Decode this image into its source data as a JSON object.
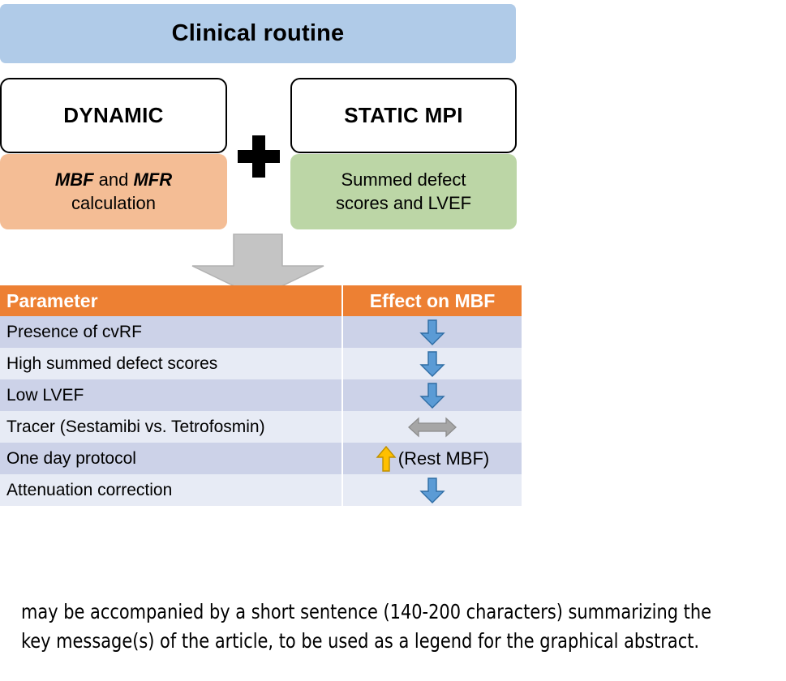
{
  "banner": {
    "title": "Clinical routine",
    "color": "#b0cbe8"
  },
  "columns": {
    "left": {
      "head_label": "DYNAMIC",
      "body_line1_pre": "",
      "body_em1": "MBF",
      "body_mid": " and ",
      "body_em2": "MFR",
      "body_line2": "calculation",
      "body_color": "#f4bd95"
    },
    "right": {
      "head_label": "STATIC MPI",
      "body_line1": "Summed defect",
      "body_line2": "scores and LVEF",
      "body_color": "#bcd6a6"
    },
    "operator": "+"
  },
  "flow_arrow": {
    "icon": "down-arrow-icon",
    "color": "#c0c0c0"
  },
  "table": {
    "header_color": "#ed8033",
    "row_color_odd": "#ccd2e8",
    "row_color_even": "#e7ebf5",
    "headers": [
      "Parameter",
      "Effect on MBF"
    ],
    "rows": [
      {
        "parameter": "Presence of cvRF",
        "effect_icon": "down-arrow-blue-icon",
        "effect_note": ""
      },
      {
        "parameter": "High summed defect scores",
        "effect_icon": "down-arrow-blue-icon",
        "effect_note": ""
      },
      {
        "parameter": "Low LVEF",
        "effect_icon": "down-arrow-blue-icon",
        "effect_note": ""
      },
      {
        "parameter": "Tracer (Sestamibi vs. Tetrofosmin)",
        "effect_icon": "double-arrow-grey-icon",
        "effect_note": ""
      },
      {
        "parameter": "One day protocol",
        "effect_icon": "up-arrow-yellow-icon",
        "effect_note": "(Rest MBF)"
      },
      {
        "parameter": "Attenuation correction",
        "effect_icon": "down-arrow-blue-icon",
        "effect_note": ""
      }
    ],
    "icon_colors": {
      "blue_fill": "#5b9bd5",
      "blue_stroke": "#2e6ca4",
      "grey_fill": "#a6a6a6",
      "grey_stroke": "#7f7f7f",
      "yellow_fill": "#ffc000",
      "yellow_stroke": "#bf9000"
    }
  },
  "caption": {
    "text": "may be accompanied by a short sentence (140-200 characters) summarizing the key message(s) of the article, to be used as a legend for the graphical abstract."
  }
}
